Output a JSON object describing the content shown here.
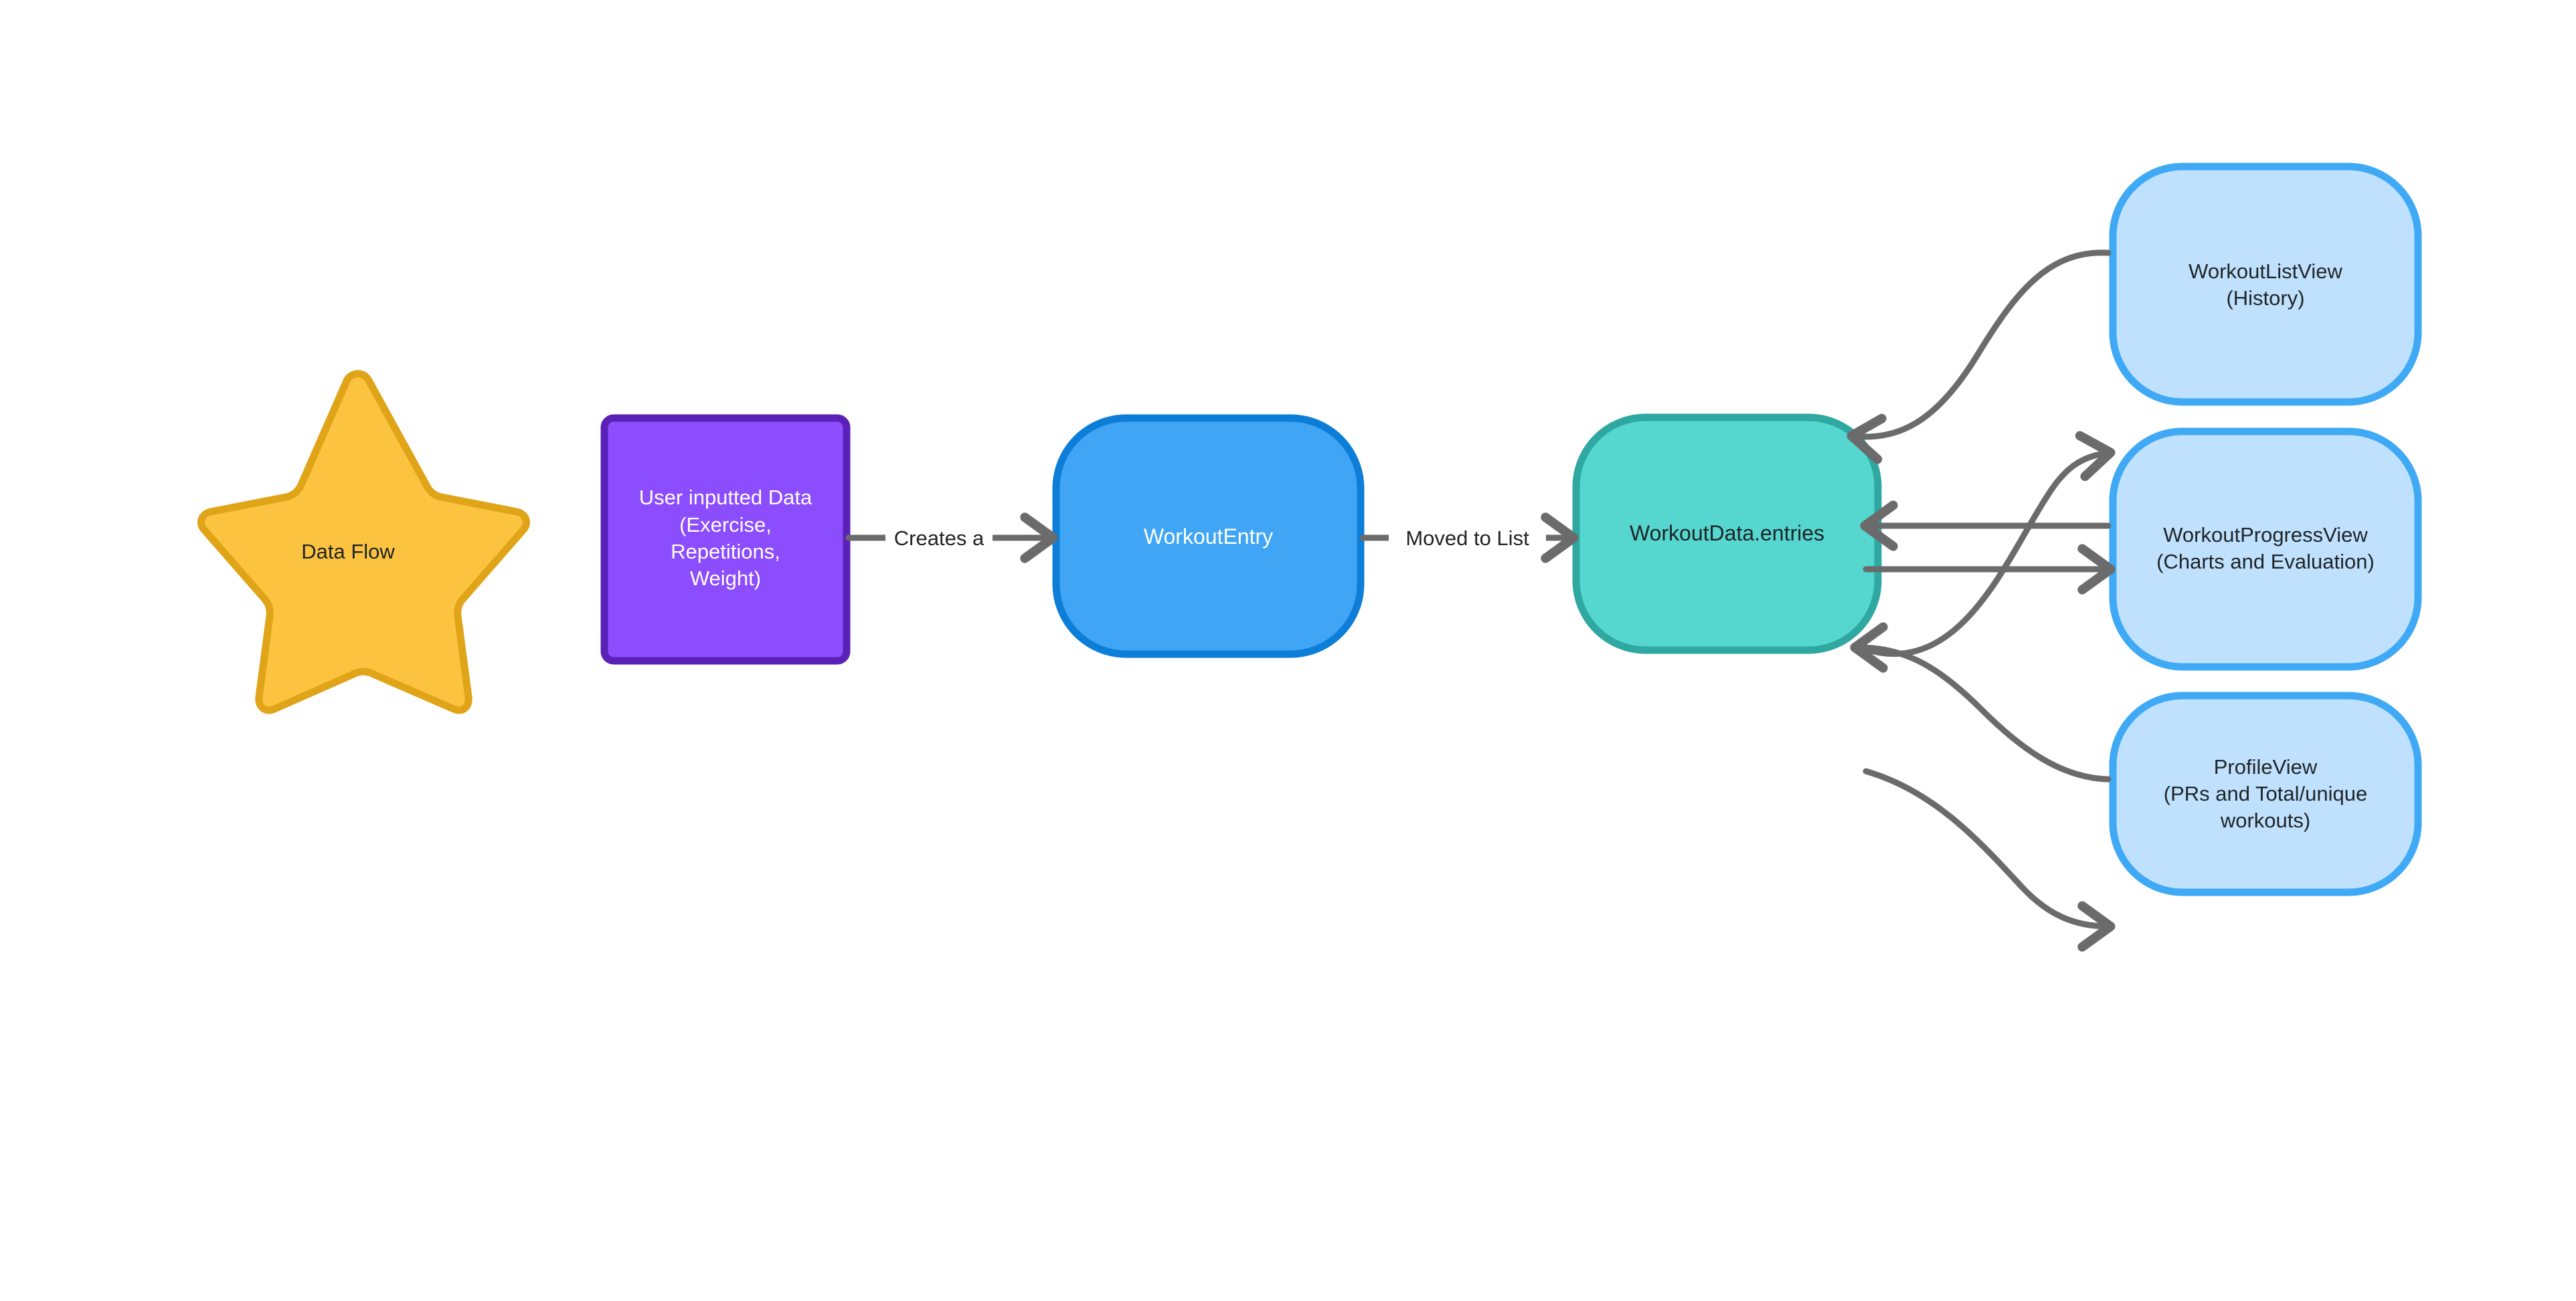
{
  "diagram": {
    "title": "Data Flow",
    "type": "flowchart",
    "background_color": "#ffffff",
    "edge_color": "#6b6b6b"
  },
  "nodes": {
    "data_flow_star": {
      "label": "Data Flow",
      "shape": "star",
      "fill": "#FBC33F",
      "stroke": "#E0A419",
      "text_color": "#1f2427"
    },
    "user_input": {
      "label": "User inputted Data\n(Exercise,\nRepetitions,\nWeight)",
      "shape": "rectangle",
      "fill": "#8B4DFD",
      "stroke": "#5B21B6",
      "text_color": "#ffffff"
    },
    "workout_entry": {
      "label": "WorkoutEntry",
      "shape": "rounded-rectangle",
      "fill": "#41A5F5",
      "stroke": "#0D7ED8",
      "text_color": "#ffffff"
    },
    "workout_data_entries": {
      "label": "WorkoutData.entries",
      "shape": "rounded-rectangle",
      "fill": "#55D6CE",
      "stroke": "#2FA8A2",
      "text_color": "#1f2427"
    },
    "workout_list_view": {
      "label": "WorkoutListView\n(History)",
      "shape": "rounded-rectangle",
      "fill": "#BFE1FD",
      "stroke": "#3FA9F5",
      "text_color": "#1f2427"
    },
    "workout_progress_view": {
      "label": "WorkoutProgressView\n(Charts and Evaluation)",
      "shape": "rounded-rectangle",
      "fill": "#BFE1FD",
      "stroke": "#3FA9F5",
      "text_color": "#1f2427"
    },
    "profile_view": {
      "label": "ProfileView\n(PRs and Total/unique\nworkouts)",
      "shape": "rounded-rectangle",
      "fill": "#BFE1FD",
      "stroke": "#3FA9F5",
      "text_color": "#1f2427"
    }
  },
  "edges": [
    {
      "id": "creates-a",
      "from": "user_input",
      "to": "workout_entry",
      "label": "Creates a",
      "style": "straight",
      "arrow": "forward"
    },
    {
      "id": "moved-to-list",
      "from": "workout_entry",
      "to": "workout_data_entries",
      "label": "Moved to List",
      "style": "straight",
      "arrow": "forward"
    },
    {
      "id": "entries-to-listview",
      "from": "workout_data_entries",
      "to": "workout_list_view",
      "label": "",
      "style": "curved",
      "arrow": "forward"
    },
    {
      "id": "listview-to-entries",
      "from": "workout_list_view",
      "to": "workout_data_entries",
      "label": "",
      "style": "curved",
      "arrow": "forward"
    },
    {
      "id": "entries-to-progressview",
      "from": "workout_data_entries",
      "to": "workout_progress_view",
      "label": "",
      "style": "straight",
      "arrow": "forward"
    },
    {
      "id": "progressview-to-entries",
      "from": "workout_progress_view",
      "to": "workout_data_entries",
      "label": "",
      "style": "straight",
      "arrow": "forward"
    },
    {
      "id": "entries-to-profileview",
      "from": "workout_data_entries",
      "to": "profile_view",
      "label": "",
      "style": "curved",
      "arrow": "forward"
    },
    {
      "id": "profileview-to-entries",
      "from": "profile_view",
      "to": "workout_data_entries",
      "label": "",
      "style": "curved",
      "arrow": "forward"
    }
  ]
}
